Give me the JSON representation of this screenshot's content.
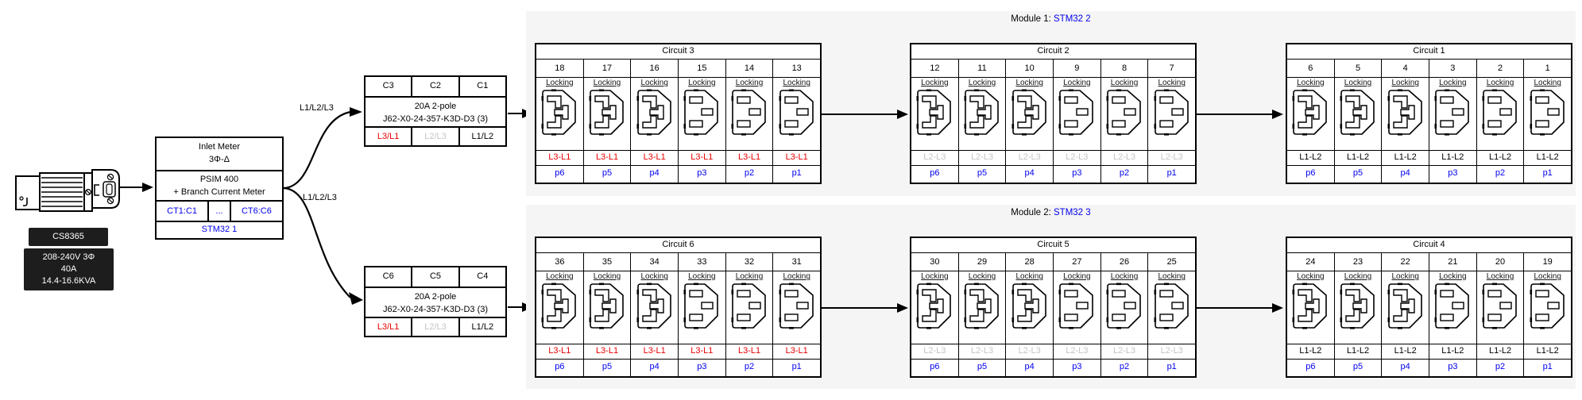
{
  "colors": {
    "link_blue": "#0000EE",
    "phase_red": "#E80000",
    "phase_gray": "#C4C4C4",
    "panel_gray": "#F5F5F5",
    "label_bg": "#1D1D1D"
  },
  "connector_label": {
    "name": "CS8365",
    "spec_lines": [
      "208-240V 3Φ",
      "40A",
      "14.4-16.6KVA"
    ]
  },
  "inlet_meter": {
    "title_line1": "Inlet Meter",
    "title_line2": "3Φ-Δ",
    "device_line1": "PSIM 400",
    "device_line2": "+ Branch Current Meter",
    "ct_cells": [
      "CT1:C1",
      "...",
      "CT6:C6"
    ],
    "controller": "STM32 1"
  },
  "feed_labels": {
    "top": "L1/L2/L3",
    "bottom": "L1/L2/L3"
  },
  "breakers": [
    {
      "circuit_cells": [
        "C3",
        "C2",
        "C1"
      ],
      "rating": "20A 2-pole",
      "part": "J62-X0-24-357-K3D-D3 (3)",
      "phase_pairs": [
        {
          "label": "L3/L1",
          "color": "red"
        },
        {
          "label": "L2/L3",
          "color": "gray"
        },
        {
          "label": "L1/L2",
          "color": "black"
        }
      ]
    },
    {
      "circuit_cells": [
        "C6",
        "C5",
        "C4"
      ],
      "rating": "20A 2-pole",
      "part": "J62-X0-24-357-K3D-D3 (3)",
      "phase_pairs": [
        {
          "label": "L3/L1",
          "color": "red"
        },
        {
          "label": "L2/L3",
          "color": "gray"
        },
        {
          "label": "L1/L2",
          "color": "black"
        }
      ]
    }
  ],
  "modules": [
    {
      "label_prefix": "Module 1:",
      "controller": "STM32 2",
      "circuits": [
        {
          "title": "Circuit 3",
          "outlet_type": "Locking",
          "phase": "L3-L1",
          "phase_color": "red",
          "outlets": [
            {
              "num": "18",
              "port": "p6",
              "icon": "iec-c13-t-slots"
            },
            {
              "num": "17",
              "port": "p5",
              "icon": "iec-c13-t-slots"
            },
            {
              "num": "16",
              "port": "p4",
              "icon": "iec-c13-t-slots"
            },
            {
              "num": "15",
              "port": "p3",
              "icon": "iec-c13-flat-slots"
            },
            {
              "num": "14",
              "port": "p2",
              "icon": "iec-c13-flat-slots"
            },
            {
              "num": "13",
              "port": "p1",
              "icon": "iec-c13-flat-slots"
            }
          ]
        },
        {
          "title": "Circuit 2",
          "outlet_type": "Locking",
          "phase": "L2-L3",
          "phase_color": "gray",
          "outlets": [
            {
              "num": "12",
              "port": "p6",
              "icon": "iec-c13-t-slots"
            },
            {
              "num": "11",
              "port": "p5",
              "icon": "iec-c13-t-slots"
            },
            {
              "num": "10",
              "port": "p4",
              "icon": "iec-c13-t-slots"
            },
            {
              "num": "9",
              "port": "p3",
              "icon": "iec-c13-flat-slots"
            },
            {
              "num": "8",
              "port": "p2",
              "icon": "iec-c13-flat-slots"
            },
            {
              "num": "7",
              "port": "p1",
              "icon": "iec-c13-flat-slots"
            }
          ]
        },
        {
          "title": "Circuit 1",
          "outlet_type": "Locking",
          "phase": "L1-L2",
          "phase_color": "black",
          "outlets": [
            {
              "num": "6",
              "port": "p6",
              "icon": "iec-c13-t-slots"
            },
            {
              "num": "5",
              "port": "p5",
              "icon": "iec-c13-t-slots"
            },
            {
              "num": "4",
              "port": "p4",
              "icon": "iec-c13-t-slots"
            },
            {
              "num": "3",
              "port": "p3",
              "icon": "iec-c13-flat-slots"
            },
            {
              "num": "2",
              "port": "p2",
              "icon": "iec-c13-flat-slots"
            },
            {
              "num": "1",
              "port": "p1",
              "icon": "iec-c13-flat-slots"
            }
          ]
        }
      ]
    },
    {
      "label_prefix": "Module 2:",
      "controller": "STM32 3",
      "circuits": [
        {
          "title": "Circuit 6",
          "outlet_type": "Locking",
          "phase": "L3-L1",
          "phase_color": "red",
          "outlets": [
            {
              "num": "36",
              "port": "p6",
              "icon": "iec-c13-t-slots"
            },
            {
              "num": "35",
              "port": "p5",
              "icon": "iec-c13-t-slots"
            },
            {
              "num": "34",
              "port": "p4",
              "icon": "iec-c13-t-slots"
            },
            {
              "num": "33",
              "port": "p3",
              "icon": "iec-c13-flat-slots"
            },
            {
              "num": "32",
              "port": "p2",
              "icon": "iec-c13-flat-slots"
            },
            {
              "num": "31",
              "port": "p1",
              "icon": "iec-c13-flat-slots"
            }
          ]
        },
        {
          "title": "Circuit 5",
          "outlet_type": "Locking",
          "phase": "L2-L3",
          "phase_color": "gray",
          "outlets": [
            {
              "num": "30",
              "port": "p6",
              "icon": "iec-c13-t-slots"
            },
            {
              "num": "29",
              "port": "p5",
              "icon": "iec-c13-t-slots"
            },
            {
              "num": "28",
              "port": "p4",
              "icon": "iec-c13-t-slots"
            },
            {
              "num": "27",
              "port": "p3",
              "icon": "iec-c13-flat-slots"
            },
            {
              "num": "26",
              "port": "p2",
              "icon": "iec-c13-flat-slots"
            },
            {
              "num": "25",
              "port": "p1",
              "icon": "iec-c13-flat-slots"
            }
          ]
        },
        {
          "title": "Circuit 4",
          "outlet_type": "Locking",
          "phase": "L1-L2",
          "phase_color": "black",
          "outlets": [
            {
              "num": "24",
              "port": "p6",
              "icon": "iec-c13-t-slots"
            },
            {
              "num": "23",
              "port": "p5",
              "icon": "iec-c13-t-slots"
            },
            {
              "num": "22",
              "port": "p4",
              "icon": "iec-c13-t-slots"
            },
            {
              "num": "21",
              "port": "p3",
              "icon": "iec-c13-flat-slots"
            },
            {
              "num": "20",
              "port": "p2",
              "icon": "iec-c13-flat-slots"
            },
            {
              "num": "19",
              "port": "p1",
              "icon": "iec-c13-flat-slots"
            }
          ]
        }
      ]
    }
  ]
}
